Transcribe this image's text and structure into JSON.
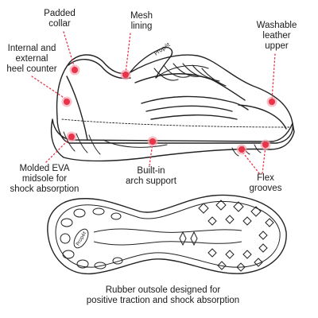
{
  "labels": {
    "padded_collar": "Padded\ncollar",
    "mesh_lining": "Mesh\nlining",
    "washable_leather_upper": "Washable\nleather\nupper",
    "heel_counter": "Internal and\nexternal\nheel counter",
    "molded_eva": "Molded EVA\nmidsole for\nshock absorption",
    "arch_support": "Built-in\narch support",
    "flex_grooves": "Flex\ngrooves",
    "outsole": "Rubber outsole designed for\npositive traction and shock absorption"
  },
  "logo_text": "Propét",
  "colors": {
    "marker": "#e8344a",
    "marker_glow": "#f7a5b0",
    "leader": "#e8344a",
    "line_art": "#222222"
  }
}
